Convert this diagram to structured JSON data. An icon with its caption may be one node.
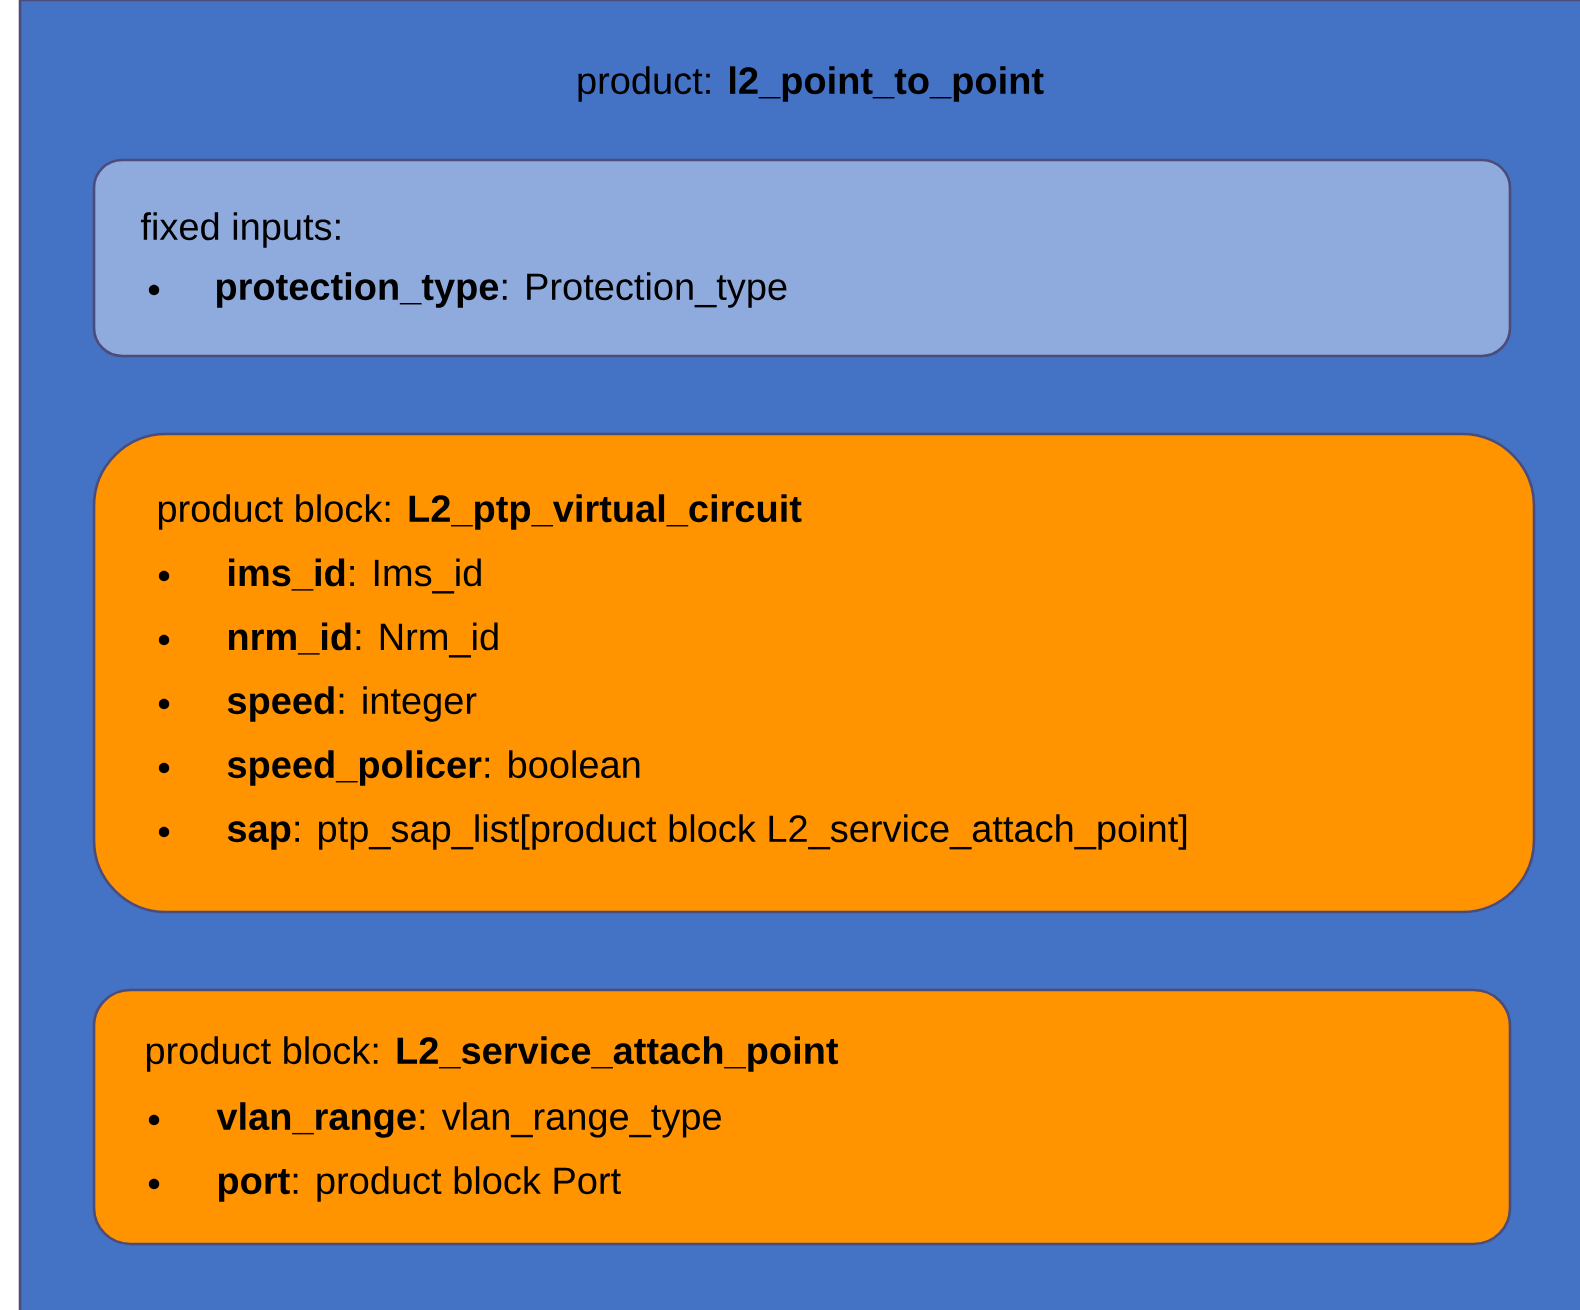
{
  "diagram": {
    "nodes": [
      {
        "text": [
          "product: **l2_point_to_point**"
        ]
      },
      {
        "text": [
          "fixed inputs:",
          "**protection_type**: Protection_type"
        ],
        "in": 0
      },
      {
        "text": [
          "product block: **L2_ptp_virtual_circuit**",
          "**ims_id**: Ims_id",
          "**nrm_id**: Nrm_id",
          "**speed**: integer",
          "**speed_policer**: boolean",
          "**sap**: ptp_sap_list[product block L2_service_attach_point]"
        ],
        "in": 0
      },
      {
        "text": [
          "product block: **L2_service_attach_point**",
          "**vlan_range**: vlan_range_type",
          "**port**: product block Port"
        ],
        "in": 0
      }
    ]
  }
}
